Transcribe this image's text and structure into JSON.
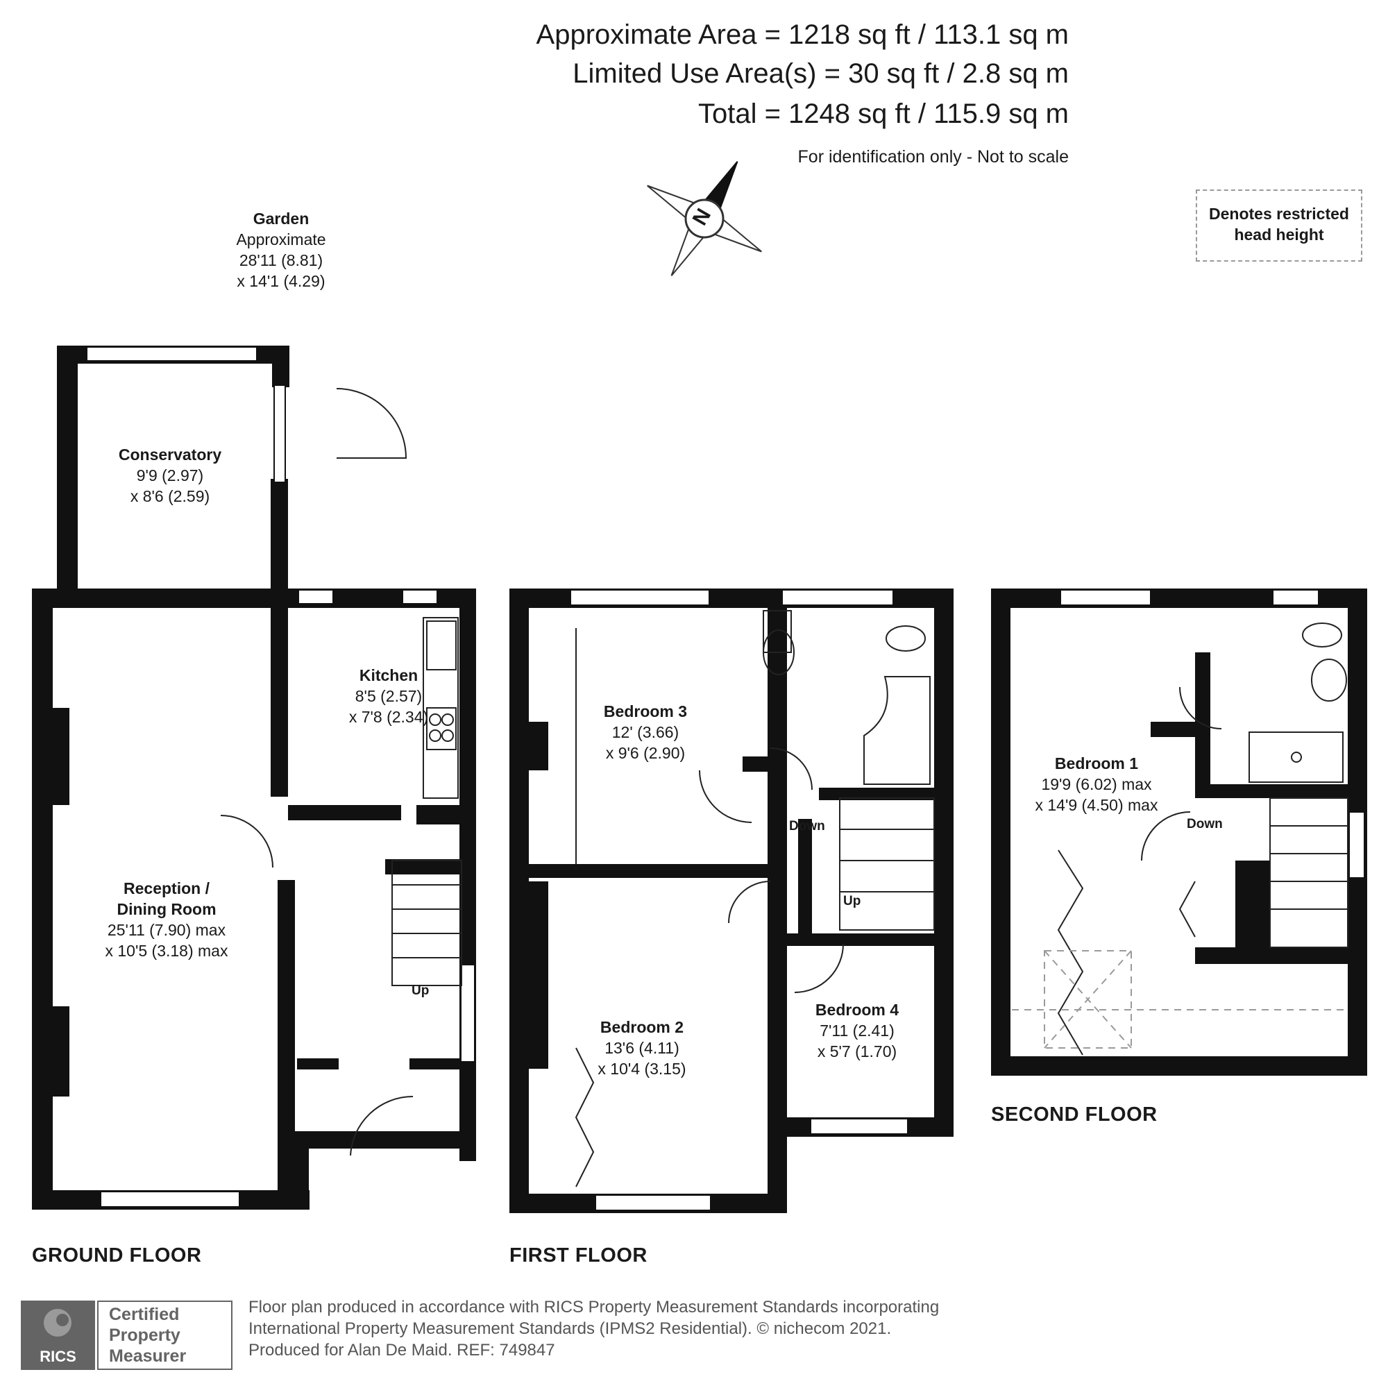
{
  "areas": {
    "approximate": "Approximate Area = 1218 sq ft / 113.1 sq m",
    "limited_use": "Limited Use Area(s) = 30 sq ft / 2.8 sq m",
    "total": "Total = 1248 sq ft / 115.9 sq m",
    "disclaimer": "For identification only - Not to scale"
  },
  "legend": {
    "line1": "Denotes restricted",
    "line2": "head height"
  },
  "compass": {
    "letter": "N",
    "icon": "compass-rose-icon"
  },
  "garden": {
    "name": "Garden",
    "line1": "Approximate",
    "line2": "28'11 (8.81)",
    "line3": "x 14'1 (4.29)"
  },
  "rooms": {
    "conservatory": {
      "name": "Conservatory",
      "dim1": "9'9 (2.97)",
      "dim2": "x 8'6 (2.59)"
    },
    "kitchen": {
      "name": "Kitchen",
      "dim1": "8'5 (2.57)",
      "dim2": "x 7'8 (2.34)"
    },
    "reception": {
      "name1": "Reception /",
      "name2": "Dining Room",
      "dim1": "25'11 (7.90) max",
      "dim2": "x 10'5 (3.18) max"
    },
    "bedroom3": {
      "name": "Bedroom 3",
      "dim1": "12' (3.66)",
      "dim2": "x 9'6 (2.90)"
    },
    "bedroom2": {
      "name": "Bedroom 2",
      "dim1": "13'6 (4.11)",
      "dim2": "x 10'4 (3.15)"
    },
    "bedroom4": {
      "name": "Bedroom 4",
      "dim1": "7'11 (2.41)",
      "dim2": "x 5'7 (1.70)"
    },
    "bedroom1": {
      "name": "Bedroom 1",
      "dim1": "19'9 (6.02) max",
      "dim2": "x 14'9 (4.50) max"
    }
  },
  "stairs": {
    "ground_up": "Up",
    "first_down": "Down",
    "first_up": "Up",
    "second_down": "Down"
  },
  "floors": {
    "ground": "GROUND FLOOR",
    "first": "FIRST FLOOR",
    "second": "SECOND FLOOR"
  },
  "footer": {
    "line1": "Floor plan produced in accordance with RICS Property Measurement Standards incorporating",
    "line2": "International Property Measurement Standards (IPMS2 Residential).  © nichecom 2021.",
    "line3": "Produced for Alan De Maid.   REF: 749847"
  },
  "badge": {
    "logo": "RICS",
    "line1": "Certified",
    "line2": "Property",
    "line3": "Measurer"
  },
  "colors": {
    "wall": "#111111",
    "fixture": "#222222",
    "dashed": "#9a9a9a",
    "badge": "#646464"
  }
}
